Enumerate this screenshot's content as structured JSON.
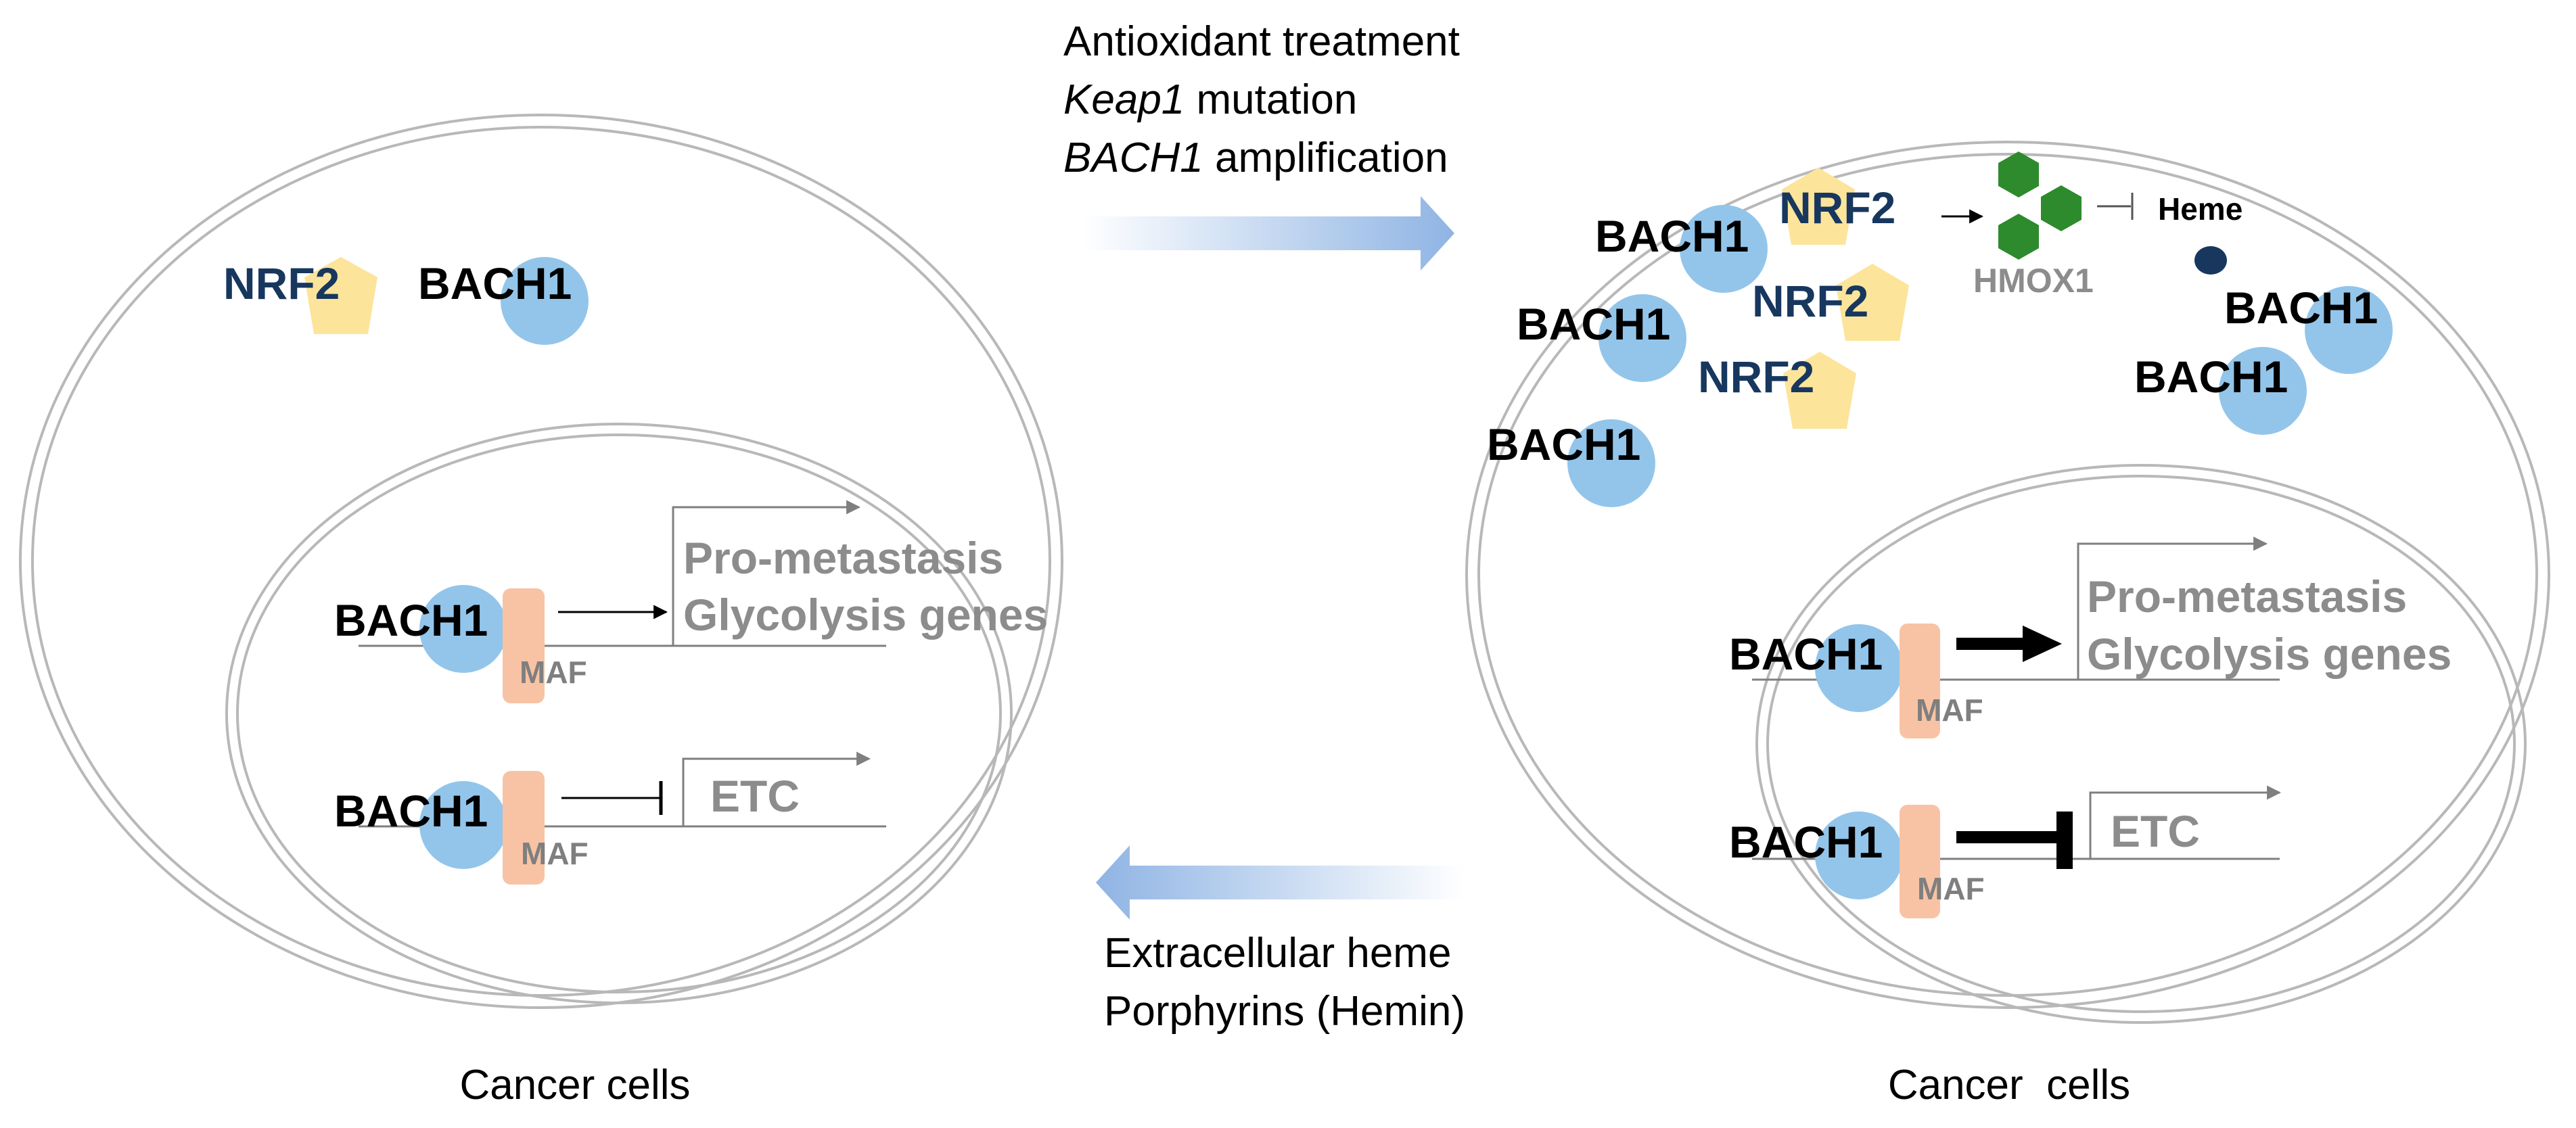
{
  "colors": {
    "bach1_circle": "#93c5ea",
    "nrf2_pentagon": "#fde49b",
    "maf_box": "#f8c3a4",
    "hmox1_hexagon": "#2d8a2d",
    "heme_dot": "#17375e",
    "nrf2_text": "#17375e",
    "gene_text": "#8c8c8c",
    "membrane": "#b8b8b8",
    "arrow_gradient": [
      "#ffffff",
      "#8fb4e4"
    ]
  },
  "top_arrow": {
    "lines": [
      {
        "text": "Antioxidant treatment",
        "italic": "",
        "rest": "Antioxidant treatment"
      },
      {
        "italic": "Keap1",
        "rest": " mutation"
      },
      {
        "italic": "BACH1",
        "rest": " amplification"
      }
    ]
  },
  "bottom_arrow": {
    "lines": [
      "Extracellular heme",
      "Porphyrins (Hemin)"
    ]
  },
  "left_cell": {
    "caption": "Cancer cells",
    "cytoplasm": {
      "nrf2": "NRF2",
      "bach1": "BACH1"
    },
    "nucleus": {
      "row1": {
        "protein": "BACH1",
        "partner": "MAF",
        "genes": [
          "Pro-metastasis",
          "Glycolysis genes"
        ]
      },
      "row2": {
        "protein": "BACH1",
        "partner": "MAF",
        "genes": [
          "ETC"
        ]
      }
    }
  },
  "right_cell": {
    "caption": "Cancer  cells",
    "cytoplasm": {
      "bach1_labels": [
        "BACH1",
        "BACH1",
        "BACH1",
        "BACH1",
        "BACH1"
      ],
      "nrf2_labels": [
        "NRF2",
        "NRF2",
        "NRF2"
      ],
      "hmox1": "HMOX1",
      "heme": "Heme"
    },
    "nucleus": {
      "row1": {
        "protein": "BACH1",
        "partner": "MAF",
        "genes": [
          "Pro-metastasis",
          "Glycolysis genes"
        ]
      },
      "row2": {
        "protein": "BACH1",
        "partner": "MAF",
        "genes": [
          "ETC"
        ]
      }
    }
  }
}
